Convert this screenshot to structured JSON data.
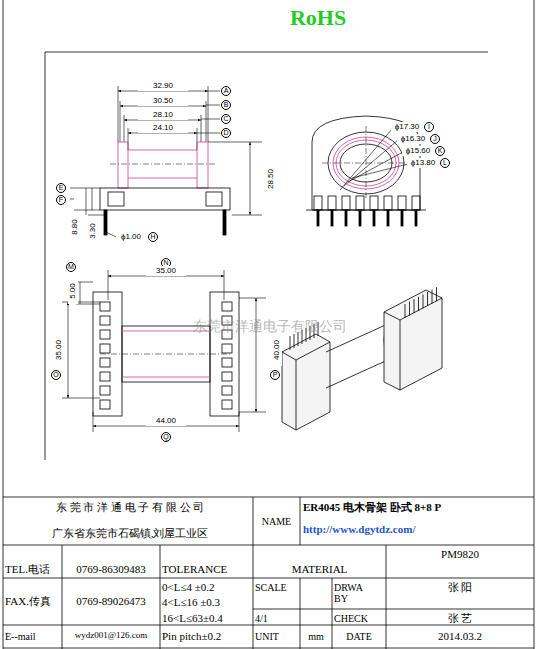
{
  "diagram": {
    "labels": [
      "RoHS",
      "32.90",
      "A",
      "30.50",
      "B",
      "28.10",
      "C",
      "24.10",
      "D",
      "28.50",
      "E",
      "F",
      "8.80",
      "3.30",
      "ϕ1.00",
      "H",
      "ϕ17.30",
      "I",
      "ϕ16.30",
      "J",
      "ϕ15.60",
      "K",
      "ϕ13.80",
      "L",
      "M",
      "5.00",
      "N",
      "35.00",
      "35.00",
      "O",
      "40.00",
      "P",
      "44.00",
      "Q",
      "东莞市洋通电子有限公司",
      "东 莞 市 洋 通 电 子 有 限 公 司",
      "广东省东莞市石碣镇,刘屋工业区",
      "NAME",
      "ER4045 电木骨架 卧式 8+8 P",
      "http://www.dgytdz.com/",
      "PM9820",
      "TEL.电话",
      "0769-86309483",
      "TOLERANCE",
      "MATERIAL",
      "FAX.传真",
      "0769-89026473",
      "0<L≤4 ±0.2",
      "4<L≤16 ±0.3",
      "SCALE",
      "DRWA BY",
      "张 阳",
      "16<L≤63±0.4",
      "4/1",
      "CHECK",
      "张 艺",
      "E--mail",
      "wydz001@126.com",
      "Pin pitch±0.2",
      "UNIT",
      "mm",
      "DATE",
      "2014.03.2"
    ]
  }
}
